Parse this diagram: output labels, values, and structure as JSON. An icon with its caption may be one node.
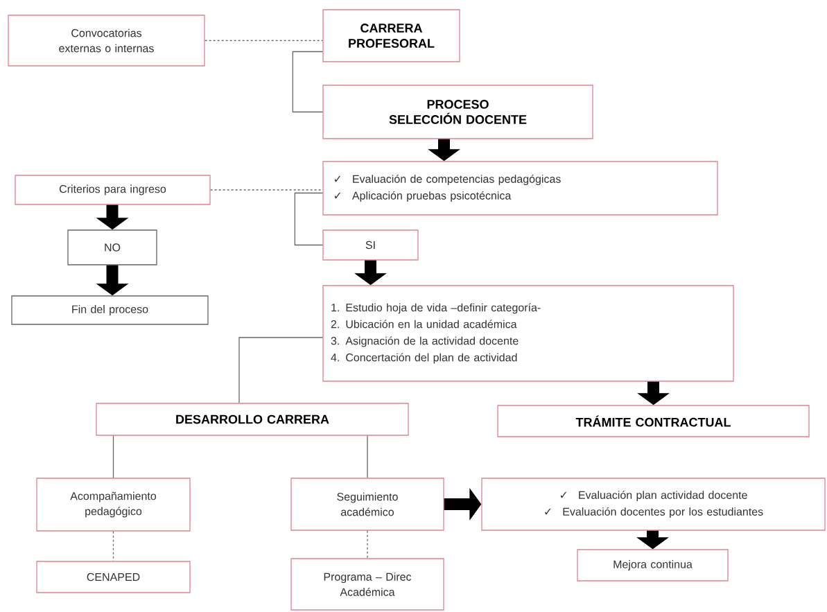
{
  "diagram": {
    "nodes": [
      {
        "text": [
          "Convocatorias externas o internas"
        ]
      },
      {
        "text": [
          "CARRERA PROFESORAL"
        ]
      },
      {
        "text": [
          "PROCESO SELECCIÓN DOCENTE"
        ]
      },
      {
        "text": [
          "Evaluación de competencias pedagógicas",
          "Aplicación pruebas psicotécnica"
        ]
      },
      {
        "text": [
          "Criterios para ingreso"
        ]
      },
      {
        "text": [
          "NO"
        ]
      },
      {
        "text": [
          "Fin del proceso"
        ]
      },
      {
        "text": [
          "SI"
        ]
      },
      {
        "text": [
          "1. Estudio hoja de vida –definir categoría-",
          "2. Ubicación en la unidad académica",
          "3. Asignación de la actividad docente",
          "4. Concertación del plan de actividad"
        ]
      },
      {
        "text": [
          "DESARROLLO CARRERA"
        ]
      },
      {
        "text": [
          "TRÁMITE CONTRACTUAL"
        ]
      },
      {
        "text": [
          "Acompañamiento pedagógico"
        ]
      },
      {
        "text": [
          "Seguimiento académico"
        ]
      },
      {
        "text": [
          "Evaluación plan actividad docente",
          "Evaluación docentes por los estudiantes"
        ]
      },
      {
        "text": [
          "CENAPED"
        ]
      },
      {
        "text": [
          "Programa – Direc Académica"
        ]
      },
      {
        "text": [
          "Mejora continua"
        ]
      }
    ],
    "edges": [
      {
        "from": 0,
        "to": 1,
        "arrow": "none",
        "style": "dashed"
      },
      {
        "from": 1,
        "to": 2,
        "arrow": "none"
      },
      {
        "from": 2,
        "to": 3,
        "arrow": "to",
        "style": "thick",
        "color": "#000000"
      },
      {
        "from": 4,
        "to": 3,
        "arrow": "none",
        "style": "dashed"
      },
      {
        "from": 3,
        "to": 7,
        "arrow": "none"
      },
      {
        "from": 4,
        "to": 5,
        "arrow": "to",
        "style": "thick",
        "color": "#000000"
      },
      {
        "from": 5,
        "to": 6,
        "arrow": "to",
        "style": "thick",
        "color": "#000000"
      },
      {
        "from": 7,
        "to": 8,
        "arrow": "to",
        "style": "thick",
        "color": "#000000"
      },
      {
        "from": 8,
        "to": 9,
        "arrow": "none"
      },
      {
        "from": 8,
        "to": 10,
        "arrow": "to",
        "style": "thick",
        "color": "#000000"
      },
      {
        "from": 9,
        "to": 11,
        "arrow": "none"
      },
      {
        "from": 9,
        "to": 12,
        "arrow": "none"
      },
      {
        "from": 12,
        "to": 13,
        "arrow": "to",
        "style": "thick",
        "color": "#000000"
      },
      {
        "from": 13,
        "to": 16,
        "arrow": "to",
        "style": "thick",
        "color": "#000000"
      },
      {
        "from": 11,
        "to": 14,
        "arrow": "none",
        "style": "dashed"
      },
      {
        "from": 12,
        "to": 15,
        "arrow": "none",
        "style": "dashed"
      }
    ],
    "labels": [
      "✓",
      "✓",
      "✓",
      "✓"
    ]
  }
}
